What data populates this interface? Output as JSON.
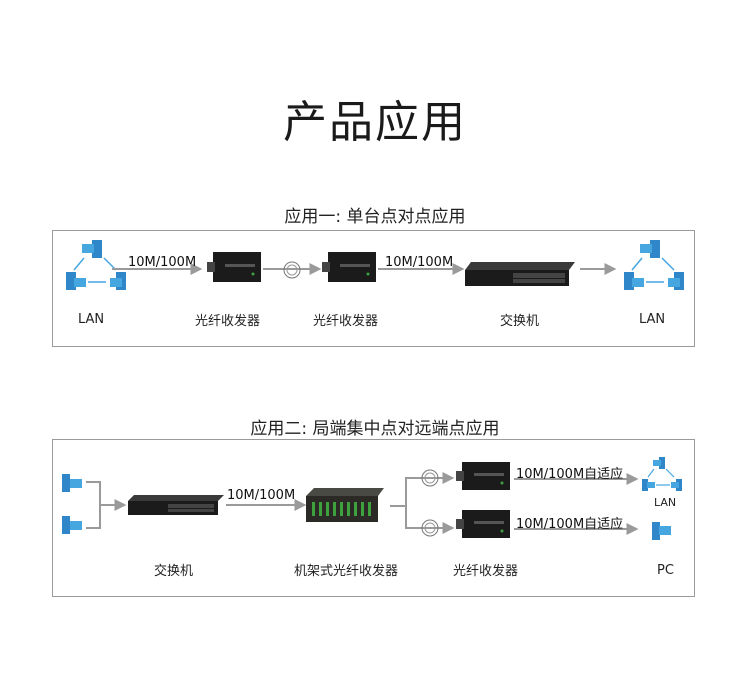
{
  "page": {
    "title": "产品应用"
  },
  "app1": {
    "title": "应用一: 单台点对点应用",
    "lan_left": "LAN",
    "speed_1": "10M/100M",
    "transceiver_a": "光纤收发器",
    "transceiver_b": "光纤收发器",
    "speed_2": "10M/100M",
    "switch": "交换机",
    "lan_right": "LAN"
  },
  "app2": {
    "title": "应用二: 局端集中点对远端点应用",
    "switch": "交换机",
    "speed_main": "10M/100M",
    "rack": "机架式光纤收发器",
    "transceiver": "光纤收发器",
    "speed_top": "10M/100M自适应",
    "speed_bottom": "10M/100M自适应",
    "lan": "LAN",
    "pc": "PC"
  },
  "colors": {
    "arrow": "#9a9a9a",
    "device": "#1b1b1b",
    "port_green": "#3da23d",
    "computer_blue": "#2f86c9",
    "monitor_blue": "#46a6e0",
    "border": "#9a9a9a"
  }
}
